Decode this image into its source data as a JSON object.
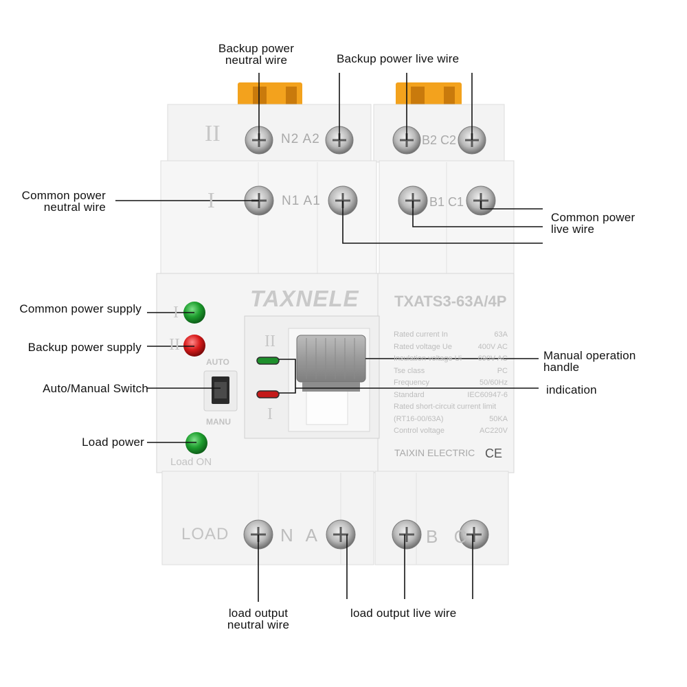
{
  "callouts": {
    "backup_neutral": [
      "Backup power",
      "neutral wire"
    ],
    "backup_live": "Backup power live wire",
    "common_neutral": [
      "Common power",
      "neutral wire"
    ],
    "common_live": [
      "Common power",
      "live wire"
    ],
    "common_supply": "Common power supply",
    "backup_supply": "Backup power supply",
    "auto_manual": "Auto/Manual Switch",
    "load_power": "Load power",
    "manual_handle": [
      "Manual operation",
      "handle"
    ],
    "indication": "indication",
    "load_neutral": [
      "load output",
      "neutral wire"
    ],
    "load_live": "load output live wire"
  },
  "device": {
    "brand": "TAXNELE",
    "model": "TXATS3-63A/4P",
    "manufacturer": "TAIXIN ELECTRIC",
    "ce_mark": "CE",
    "row_ii": "II",
    "row_i": "I",
    "terminals": {
      "n2a2": "N2 A2",
      "b2c2": "B2 C2",
      "n1a1": "N1 A1",
      "b1c1": "B1 C1",
      "load": "LOAD",
      "na": "N A",
      "bc": "B C"
    },
    "indicators": {
      "ind_i": "I",
      "ind_ii": "II",
      "switch_auto": "AUTO",
      "switch_manu": "MANU",
      "load_on": "Load ON",
      "handle_ii": "II",
      "handle_i": "I"
    },
    "specs": [
      {
        "label": "Rated current In",
        "value": "63A"
      },
      {
        "label": "Rated voltage Ue",
        "value": "400V AC"
      },
      {
        "label": "Insulation voltage Ui",
        "value": "690V AC"
      },
      {
        "label": "Tse class",
        "value": "PC"
      },
      {
        "label": "Frequency",
        "value": "50/60Hz"
      },
      {
        "label": "Standard",
        "value": "IEC60947-6"
      },
      {
        "label": "Rated short-circuit current limit",
        "value": ""
      },
      {
        "label": "(RT16-00/63A)",
        "value": "50KA"
      },
      {
        "label": "Control voltage",
        "value": "AC220V"
      }
    ]
  },
  "colors": {
    "indicator_green": "#1e9e2e",
    "indicator_red": "#d71a1a",
    "terminal_clamp": "#f3a21d",
    "device_body": "#f4f4f4"
  }
}
